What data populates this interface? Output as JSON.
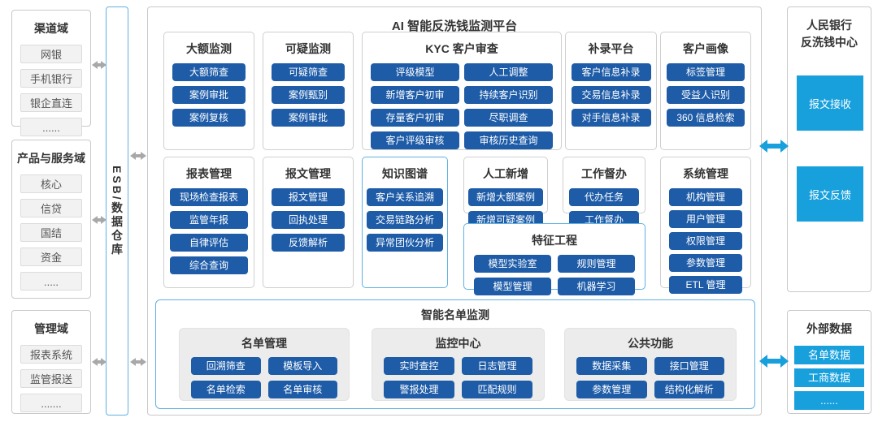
{
  "colors": {
    "primary_button": "#1e5ca8",
    "accent_blue": "#18a0dc",
    "arrow_grey": "#a8a8a8",
    "box_border": "#c9c9c9",
    "blue_box_border": "#5fb2e2"
  },
  "left": {
    "channel": {
      "title": "渠道域",
      "items": [
        "网银",
        "手机银行",
        "银企直连",
        "......"
      ]
    },
    "product": {
      "title": "产品与服务域",
      "items": [
        "核心",
        "信贷",
        "国结",
        "资金",
        "....."
      ]
    },
    "management": {
      "title": "管理域",
      "items": [
        "报表系统",
        "监管报送",
        "......."
      ]
    }
  },
  "esb": {
    "label": "ESB/数据仓库"
  },
  "platform": {
    "title": "AI 智能反洗钱监测平台",
    "large_amount": {
      "title": "大额监测",
      "items": [
        "大额筛查",
        "案例审批",
        "案例复核"
      ]
    },
    "suspicious": {
      "title": "可疑监测",
      "items": [
        "可疑筛查",
        "案例甄别",
        "案例审批"
      ]
    },
    "kyc": {
      "title": "KYC 客户审查",
      "items": [
        "评级模型",
        "人工调整",
        "新增客户初审",
        "持续客户识别",
        "存量客户初审",
        "尽职调查",
        "客户评级审核",
        "审核历史查询"
      ]
    },
    "supplement": {
      "title": "补录平台",
      "items": [
        "客户信息补录",
        "交易信息补录",
        "对手信息补录"
      ]
    },
    "profile": {
      "title": "客户画像",
      "items": [
        "标签管理",
        "受益人识别",
        "360 信息检索"
      ]
    },
    "report_forms": {
      "title": "报表管理",
      "items": [
        "现场检查报表",
        "监管年报",
        "自律评估",
        "综合查询"
      ]
    },
    "message_mgmt": {
      "title": "报文管理",
      "items": [
        "报文管理",
        "回执处理",
        "反馈解析"
      ]
    },
    "knowledge_graph": {
      "title": "知识图谱",
      "items": [
        "客户关系追溯",
        "交易链路分析",
        "异常团伙分析"
      ]
    },
    "manual_add": {
      "title": "人工新增",
      "items": [
        "新增大额案例",
        "新增可疑案例"
      ]
    },
    "supervision": {
      "title": "工作督办",
      "items": [
        "代办任务",
        "工作督办"
      ]
    },
    "feature_eng": {
      "title": "特征工程",
      "items": [
        "模型实验室",
        "规则管理",
        "模型管理",
        "机器学习"
      ]
    },
    "system_mgmt": {
      "title": "系统管理",
      "items": [
        "机构管理",
        "用户管理",
        "权限管理",
        "参数管理",
        "ETL 管理"
      ]
    },
    "list_monitor": {
      "title": "智能名单监测",
      "list_mgmt": {
        "title": "名单管理",
        "items": [
          "回溯筛查",
          "模板导入",
          "名单检索",
          "名单审核"
        ]
      },
      "monitor_center": {
        "title": "监控中心",
        "items": [
          "实时查控",
          "日志管理",
          "警报处理",
          "匹配规则"
        ]
      },
      "common": {
        "title": "公共功能",
        "items": [
          "数据采集",
          "接口管理",
          "参数管理",
          "结构化解析"
        ]
      }
    }
  },
  "right": {
    "pboc": {
      "title_line1": "人民银行",
      "title_line2": "反洗钱中心",
      "items": [
        "报文接收",
        "报文反馈"
      ]
    },
    "external": {
      "title": "外部数据",
      "items": [
        "名单数据",
        "工商数据",
        "......"
      ]
    }
  }
}
